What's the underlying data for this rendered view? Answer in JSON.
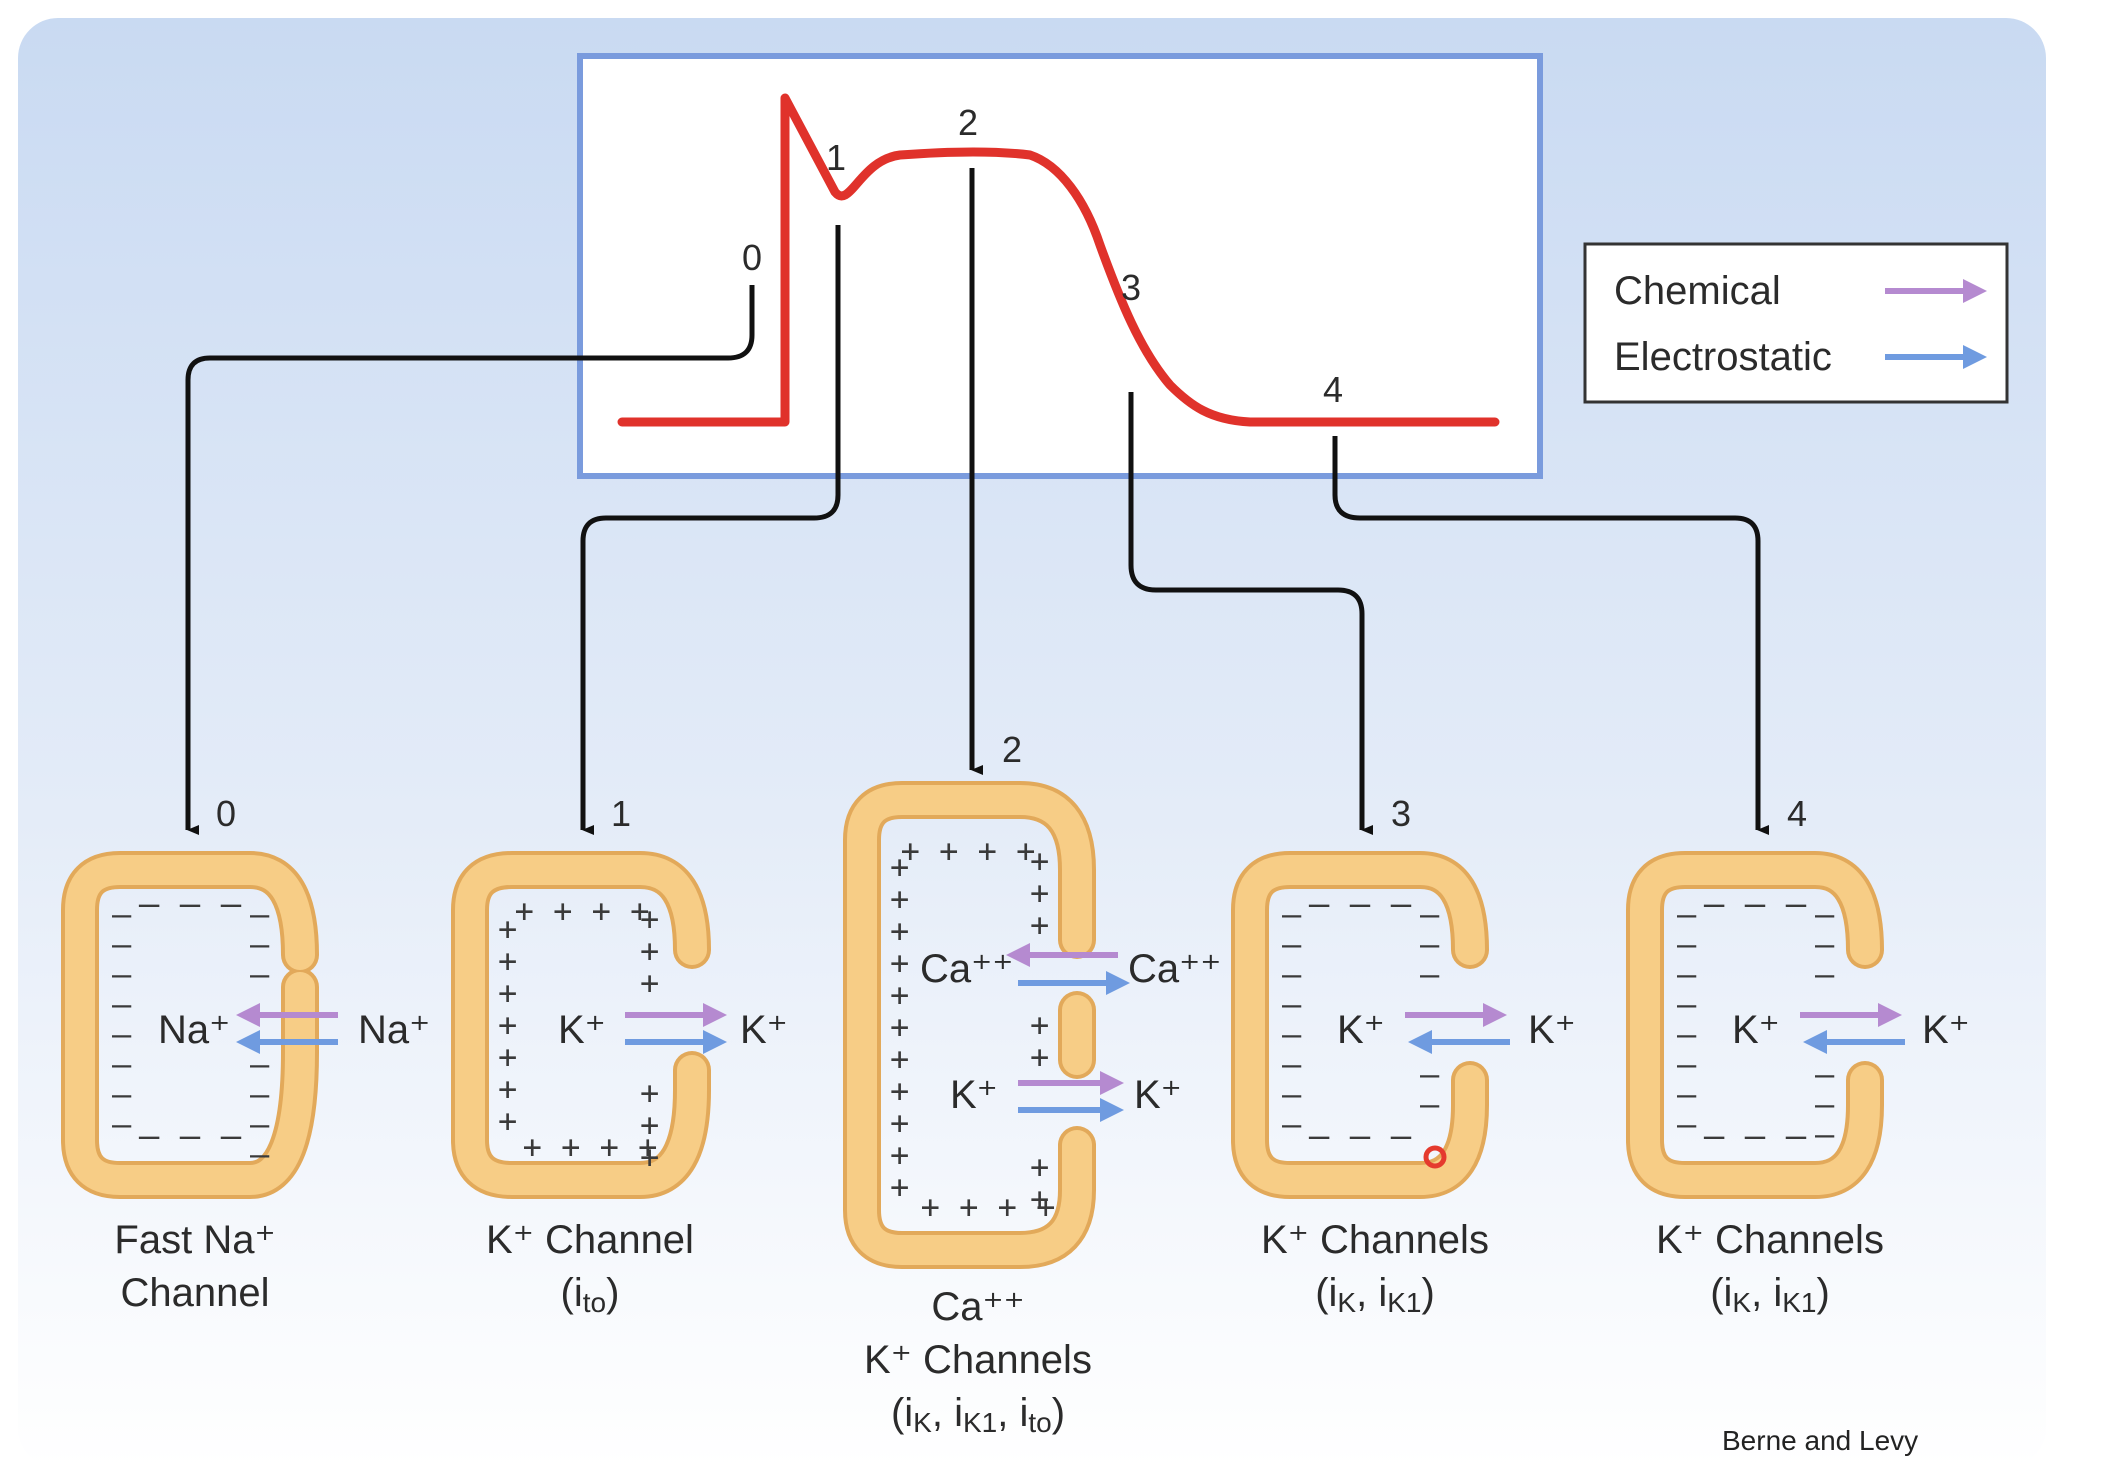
{
  "phase_labels": {
    "p0": "0",
    "p1": "1",
    "p2": "2",
    "p3": "3",
    "p4": "4"
  },
  "legend": {
    "chemical": "Chemical",
    "electrostatic": "Electrostatic",
    "chemical_color": "#b58ad0",
    "electrostatic_color": "#6f9be0"
  },
  "colors": {
    "action_potential": "#e0322b",
    "frame_border": "#7a9bdd",
    "cell_fill": "#f6c97e",
    "cell_edge": "#e2a95a",
    "background_top": "#ccdcf3",
    "background_bottom": "#ffffff"
  },
  "cells": {
    "c0": {
      "inner_ion": "Na⁺",
      "outer_ion": "Na⁺",
      "caption_line1": "Fast Na⁺",
      "caption_line2": "Channel"
    },
    "c1": {
      "inner_ion": "K⁺",
      "outer_ion": "K⁺",
      "caption_line1": "K⁺ Channel",
      "caption_line2": "(i",
      "caption_sub": "to",
      "caption_end": ")"
    },
    "c2": {
      "ion_top_inner": "Ca⁺⁺",
      "ion_top_outer": "Ca⁺⁺",
      "ion_bottom_inner": "K⁺",
      "ion_bottom_outer": "K⁺",
      "caption_line1": "Ca⁺⁺",
      "caption_line2": "K⁺ Channels",
      "caption_line3_a": "(i",
      "caption_line3_sub1": "K",
      "caption_line3_b": ", i",
      "caption_line3_sub2": "K1",
      "caption_line3_c": ", i",
      "caption_line3_sub3": "to",
      "caption_line3_d": ")"
    },
    "c3": {
      "inner_ion": "K⁺",
      "outer_ion": "K⁺",
      "caption_line1": "K⁺ Channels",
      "caption_line2_a": "(i",
      "caption_line2_sub1": "K",
      "caption_line2_b": ", i",
      "caption_line2_sub2": "K1",
      "caption_line2_c": ")"
    },
    "c4": {
      "inner_ion": "K⁺",
      "outer_ion": "K⁺",
      "caption_line1": "K⁺ Channels",
      "caption_line2_a": "(i",
      "caption_line2_sub1": "K",
      "caption_line2_b": ", i",
      "caption_line2_sub2": "K1",
      "caption_line2_c": ")"
    }
  },
  "credit": "Berne and Levy"
}
